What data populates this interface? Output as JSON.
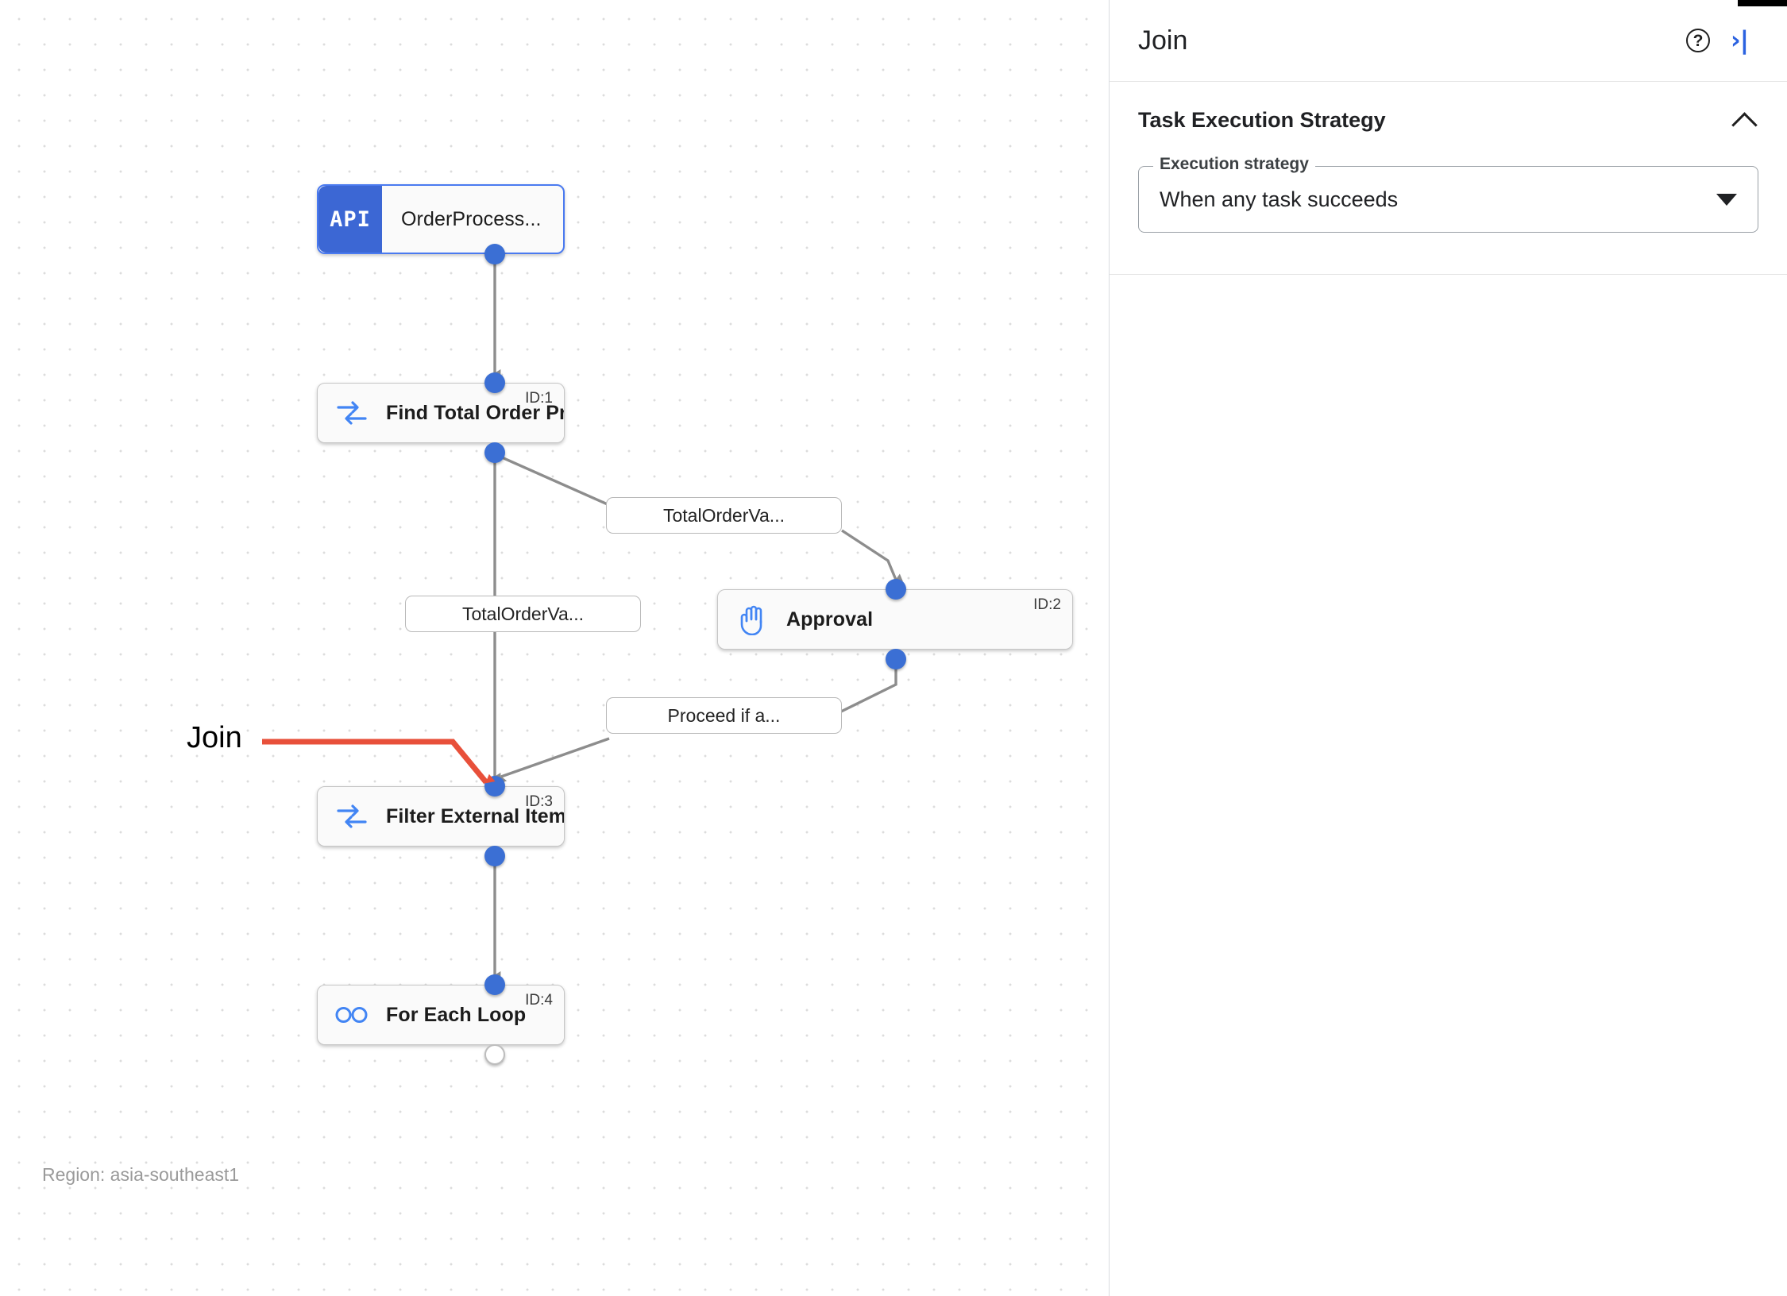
{
  "canvas": {
    "region_label": "Region: asia-southeast1",
    "annotation": {
      "label": "Join",
      "color": "#e8503a"
    },
    "nodes": [
      {
        "key": "trigger",
        "badge": "API",
        "label": "OrderProcess...",
        "id_label": "",
        "icon": "api-badge-icon"
      },
      {
        "key": "find_total",
        "badge": "",
        "label": "Find Total Order Price",
        "id_label": "ID:1",
        "icon": "merge-arrows-icon"
      },
      {
        "key": "approval",
        "badge": "",
        "label": "Approval",
        "id_label": "ID:2",
        "icon": "hand-icon"
      },
      {
        "key": "filter_external",
        "badge": "",
        "label": "Filter External Items",
        "id_label": "ID:3",
        "icon": "merge-arrows-icon"
      },
      {
        "key": "for_each",
        "badge": "",
        "label": "For Each Loop",
        "id_label": "ID:4",
        "icon": "infinity-icon"
      }
    ],
    "edge_labels": [
      {
        "key": "e1",
        "text": "TotalOrderVa..."
      },
      {
        "key": "e2",
        "text": "TotalOrderVa..."
      },
      {
        "key": "e3",
        "text": "Proceed if a..."
      }
    ]
  },
  "panel": {
    "title": "Join",
    "help_glyph": "?",
    "collapse_glyph": "›|",
    "section": {
      "title": "Task Execution Strategy",
      "field_legend": "Execution strategy",
      "field_value": "When any task succeeds"
    }
  },
  "colors": {
    "accent_blue": "#3b6fd4",
    "api_blue": "#3c67d4",
    "icon_blue": "#4285f4",
    "annotation_red": "#e8503a",
    "link_blue": "#2b62e0"
  }
}
